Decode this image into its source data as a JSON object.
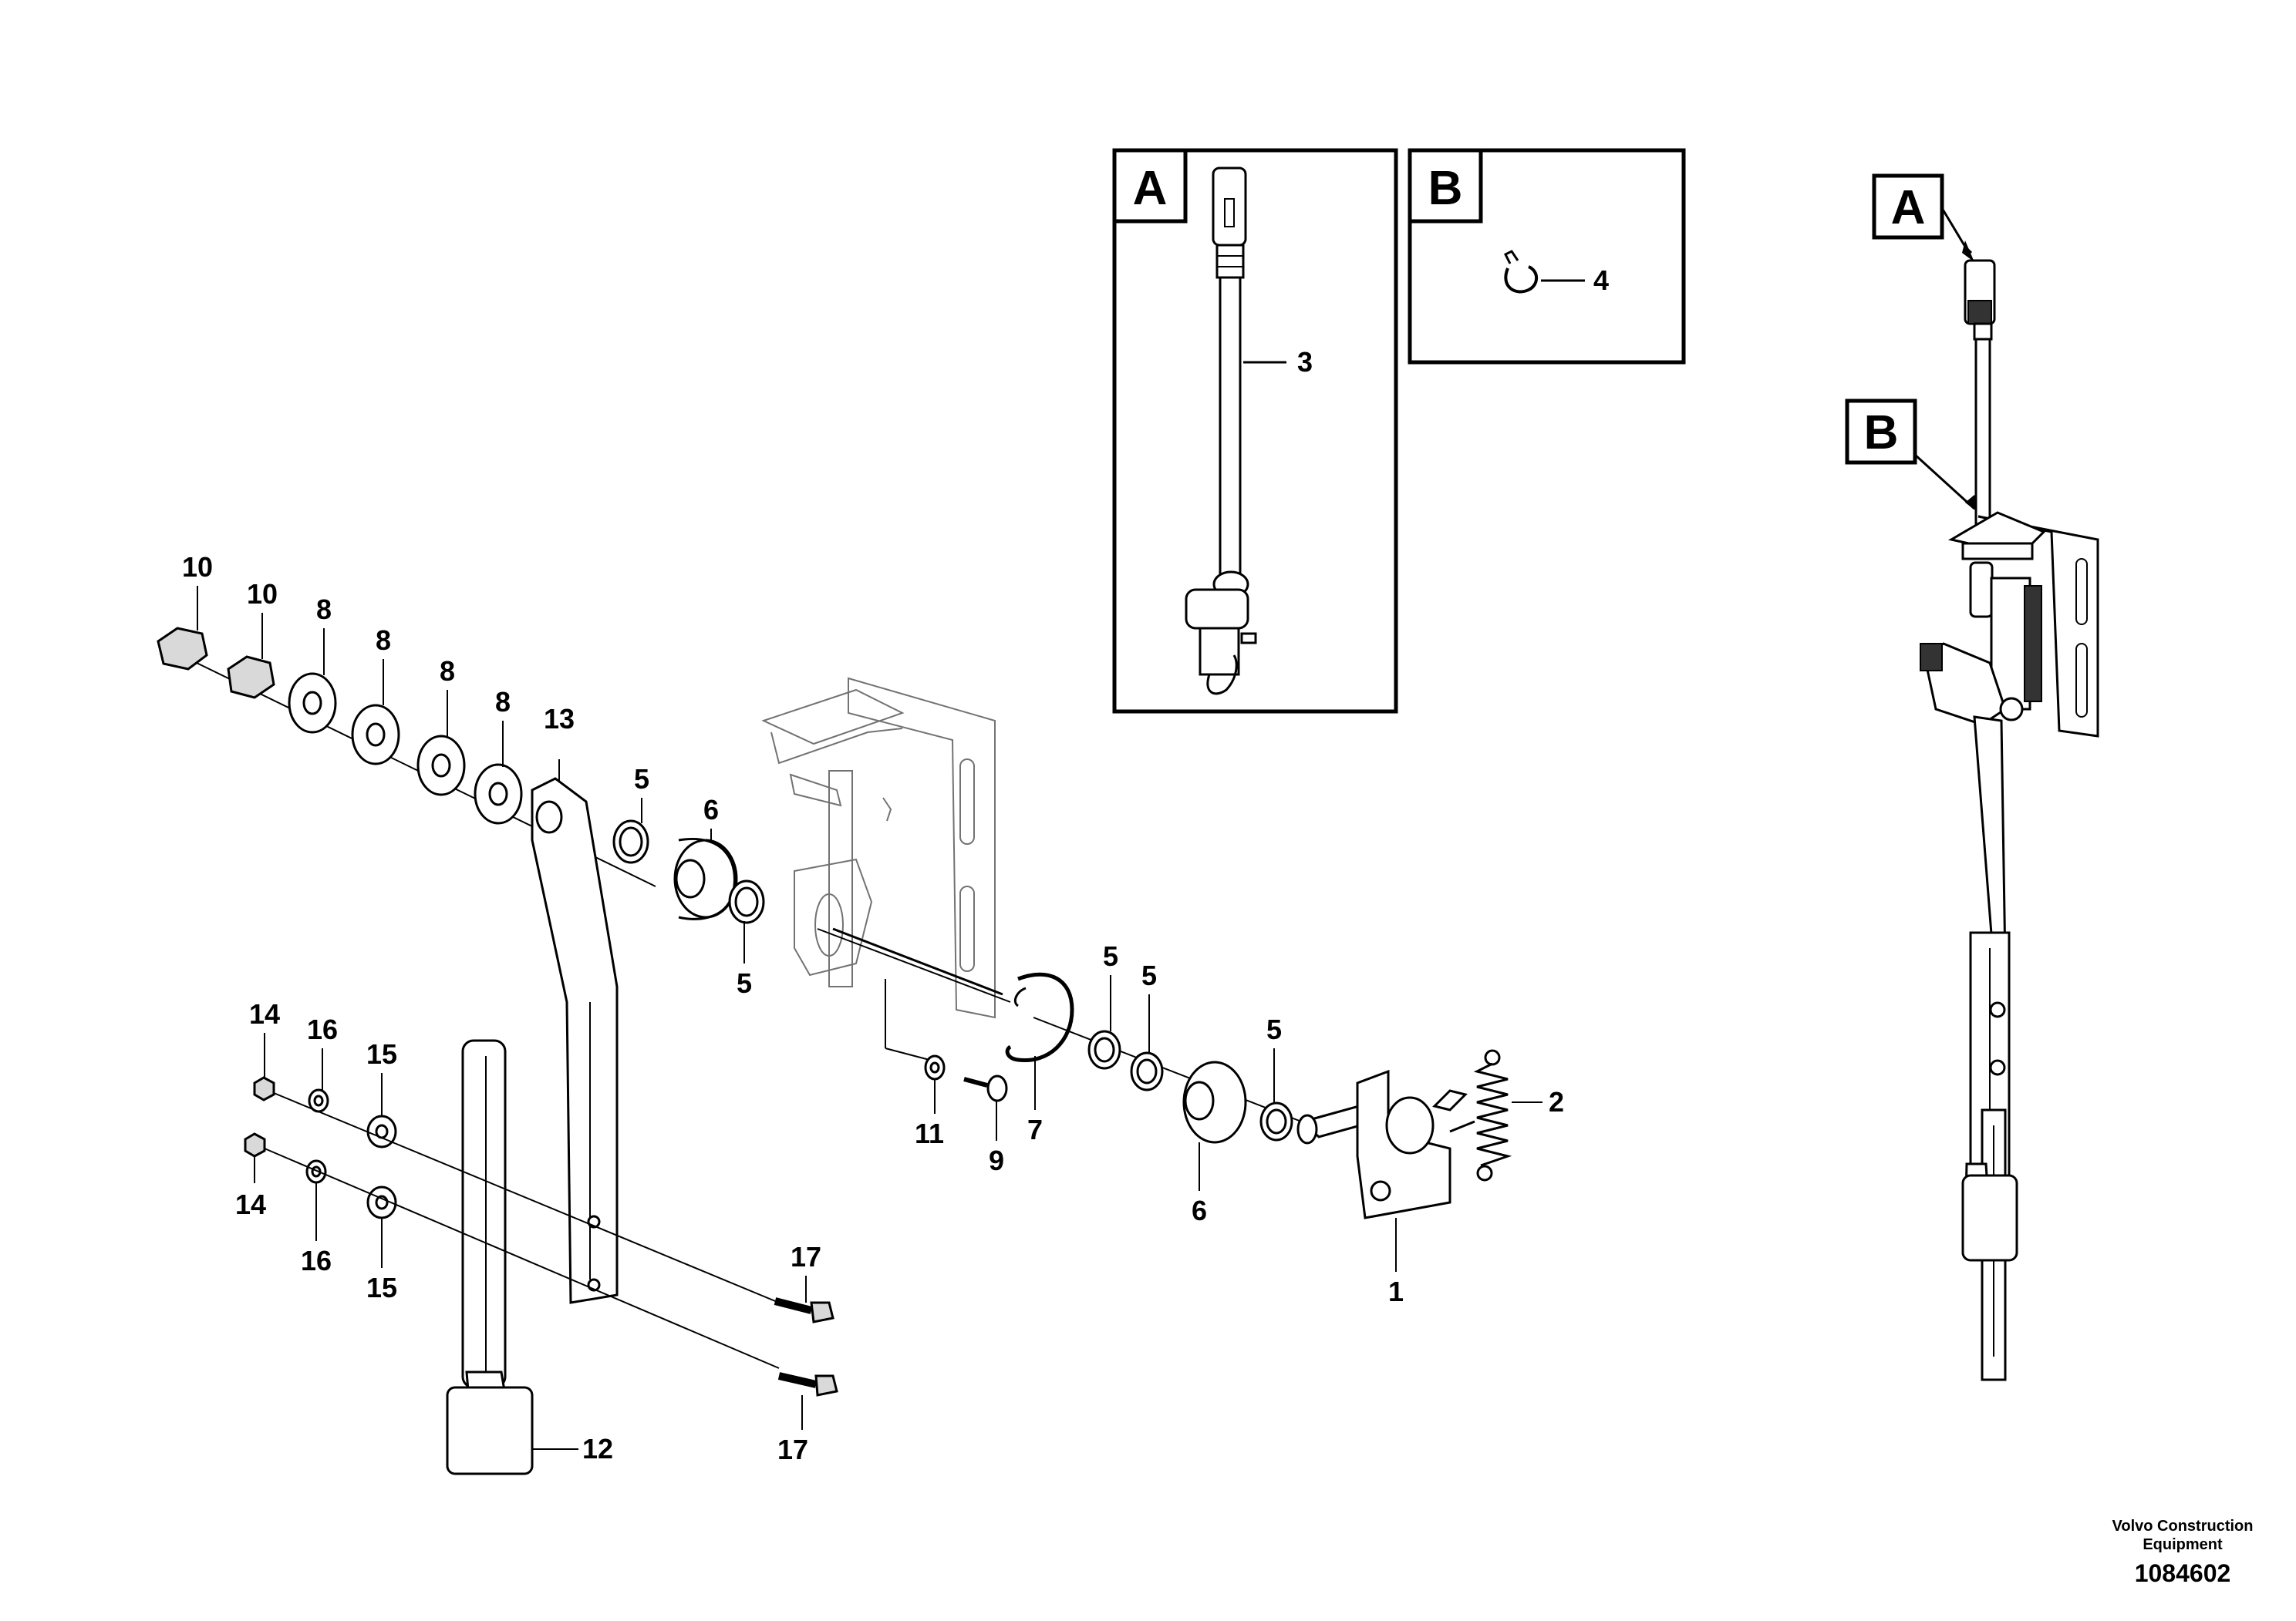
{
  "callouts": {
    "c1": "1",
    "c2": "2",
    "c3": "3",
    "c4": "4",
    "c5a": "5",
    "c5b": "5",
    "c5c": "5",
    "c5d": "5",
    "c5e": "5",
    "c6a": "6",
    "c6b": "6",
    "c7": "7",
    "c8a": "8",
    "c8b": "8",
    "c8c": "8",
    "c8d": "8",
    "c9": "9",
    "c10a": "10",
    "c10b": "10",
    "c11": "11",
    "c12": "12",
    "c13": "13",
    "c14a": "14",
    "c14b": "14",
    "c15a": "15",
    "c15b": "15",
    "c16a": "16",
    "c16b": "16",
    "c17a": "17",
    "c17b": "17"
  },
  "detail_boxes": {
    "a": "A",
    "b": "B"
  },
  "view_labels": {
    "a": "A",
    "b": "B"
  },
  "footer": {
    "company_line1": "Volvo Construction",
    "company_line2": "Equipment",
    "drawing_number": "1084602"
  }
}
